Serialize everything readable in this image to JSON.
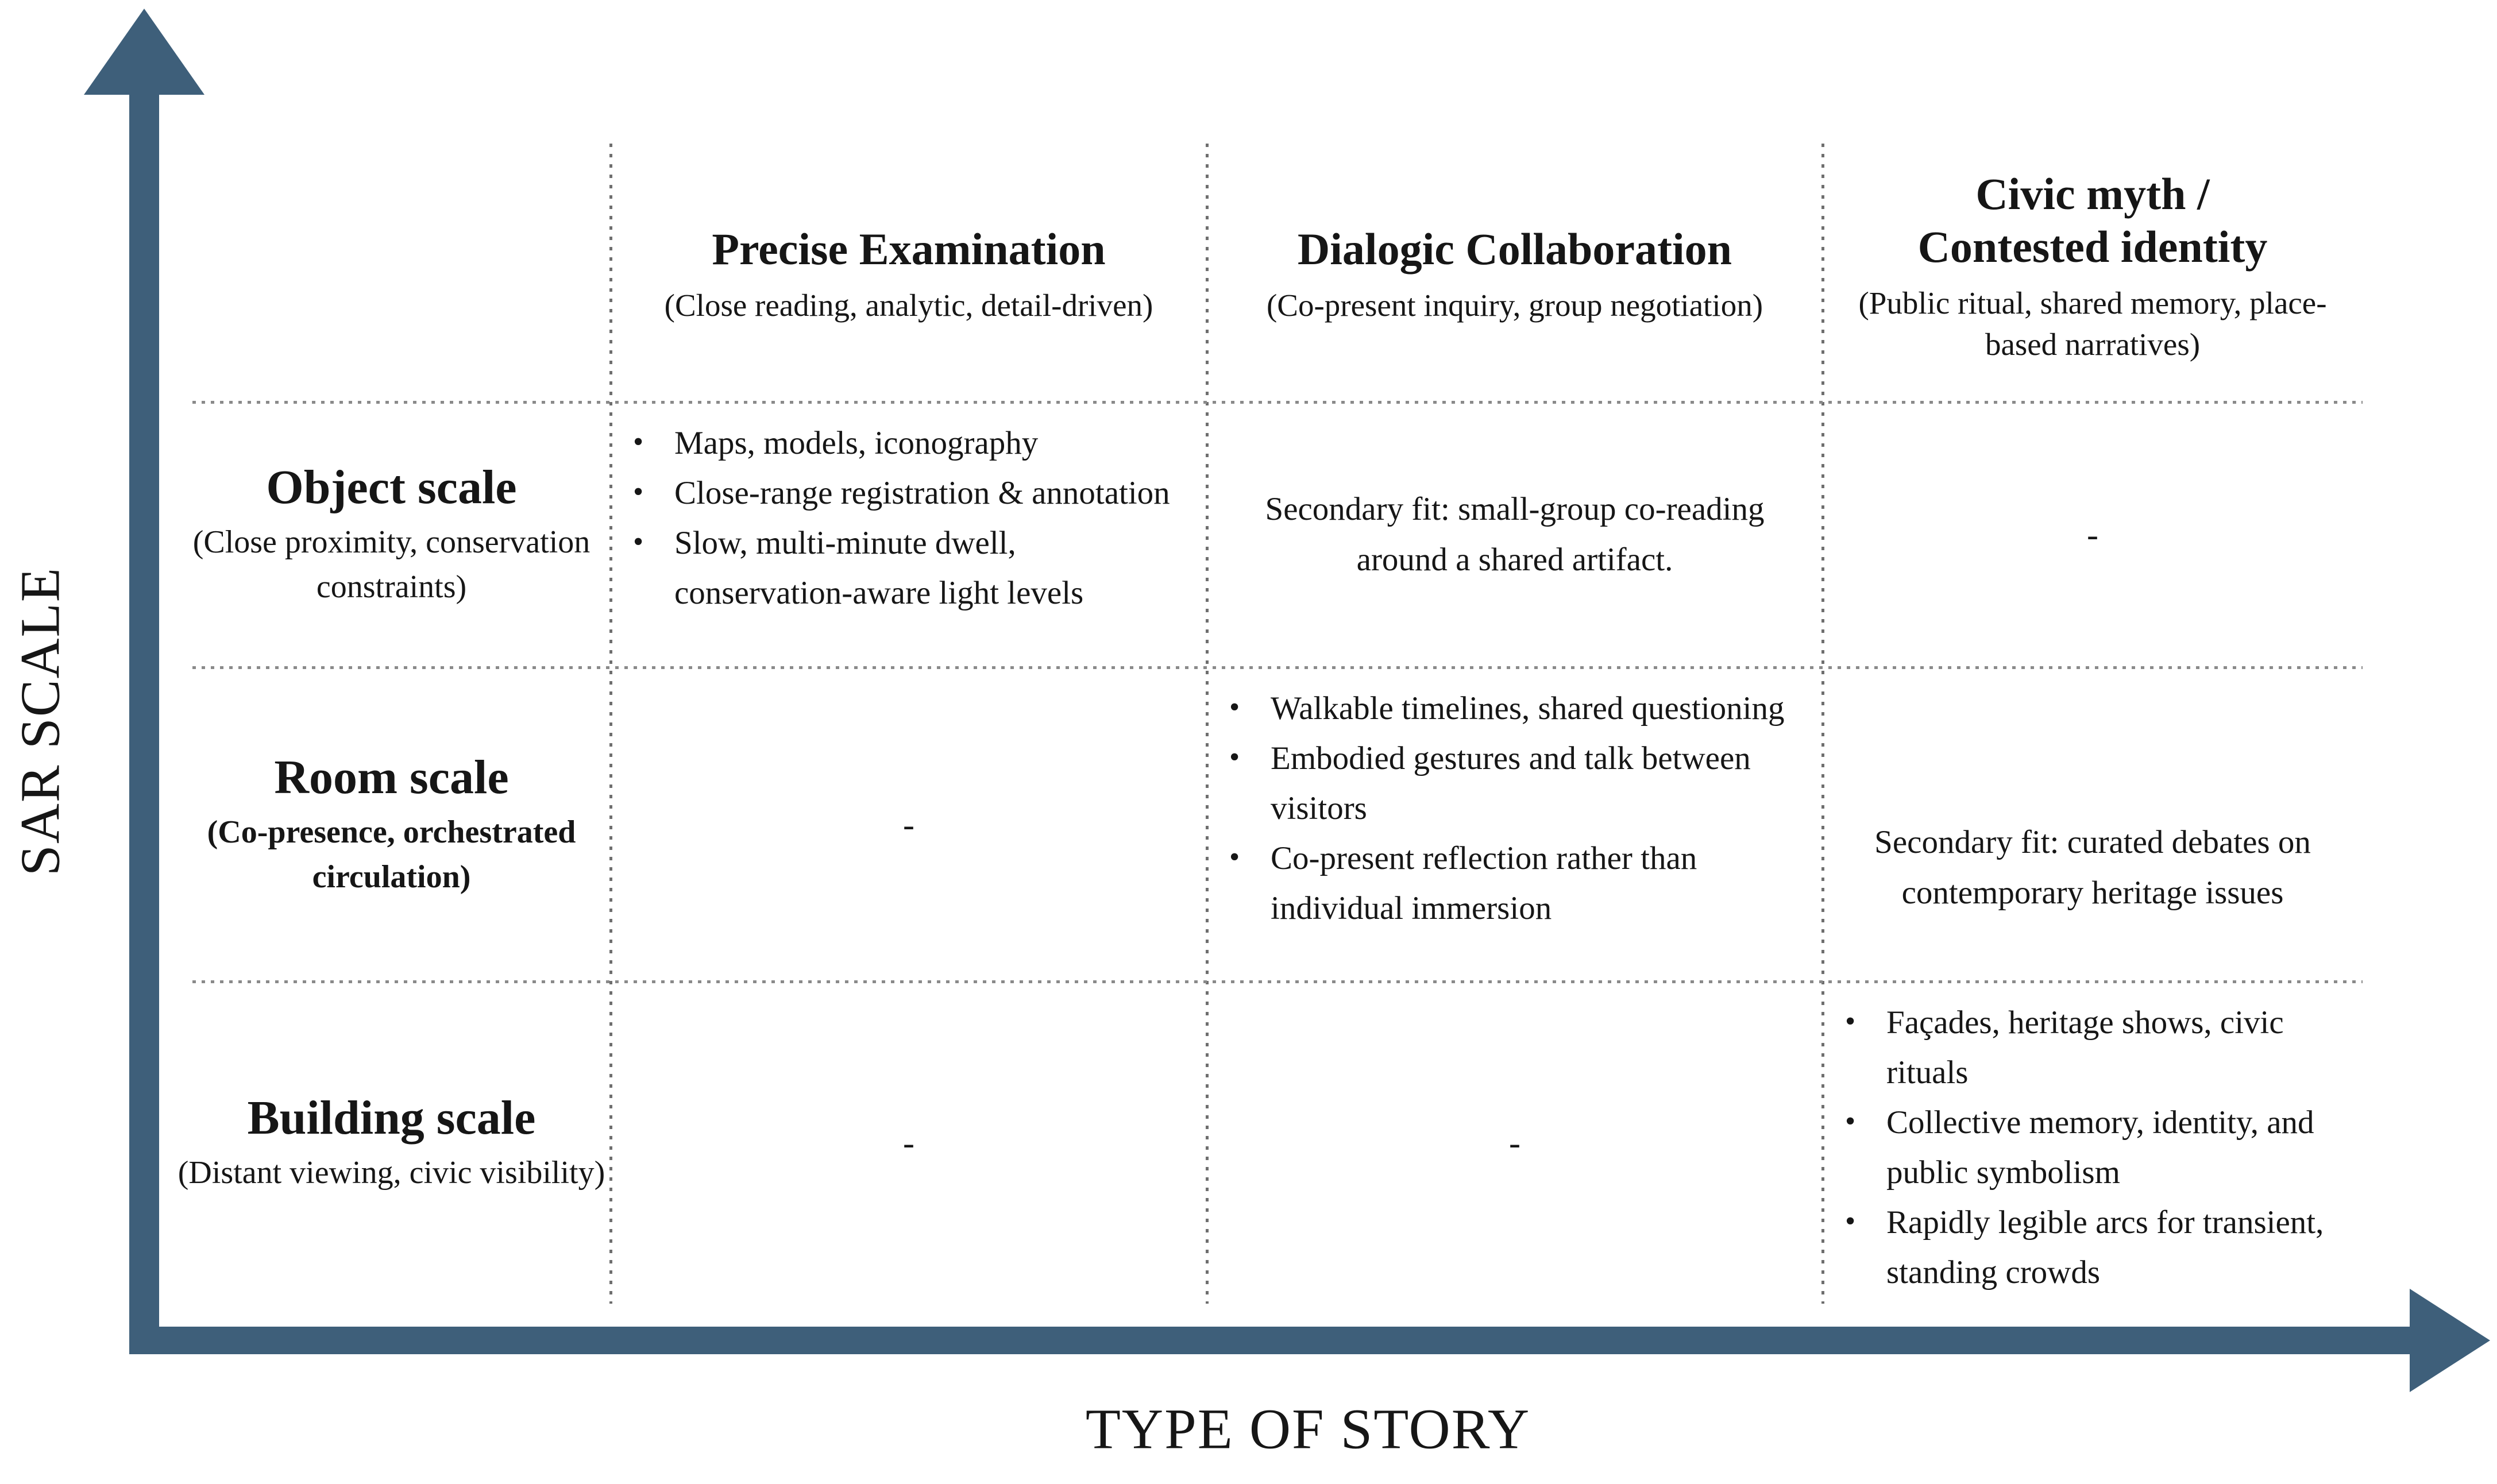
{
  "axes": {
    "y_label": "SAR SCALE",
    "x_label": "TYPE OF STORY",
    "arrow_color": "#3E5F7A"
  },
  "dash_symbol": "-",
  "columns": [
    {
      "title": "Precise Examination",
      "subtitle": "(Close reading, analytic, detail-driven)"
    },
    {
      "title": "Dialogic Collaboration",
      "subtitle": "(Co-present inquiry, group negotiation)"
    },
    {
      "title": "Civic myth /\nContested identity",
      "subtitle": "(Public ritual, shared memory, place-based narratives)"
    }
  ],
  "rows": [
    {
      "title": "Object scale",
      "subtitle": "(Close proximity, conservation constraints)",
      "subtitle_bold": false,
      "cells": [
        {
          "type": "bullets",
          "items": [
            "Maps, models, iconography",
            "Close-range registration & annotation",
            "Slow, multi-minute dwell, conservation-aware light levels"
          ]
        },
        {
          "type": "text",
          "text": "Secondary fit: small-group co-reading around a shared artifact."
        },
        {
          "type": "dash",
          "text": "-"
        }
      ]
    },
    {
      "title": "Room scale",
      "subtitle": "(Co-presence, orchestrated circulation)",
      "subtitle_bold": true,
      "cells": [
        {
          "type": "dash",
          "text": "-"
        },
        {
          "type": "bullets",
          "items": [
            "Walkable timelines, shared questioning",
            "Embodied gestures and talk between visitors",
            "Co-present reflection rather than individual immersion"
          ]
        },
        {
          "type": "text",
          "text": "Secondary fit: curated debates on contemporary heritage issues"
        }
      ]
    },
    {
      "title": "Building scale",
      "subtitle": "(Distant viewing, civic visibility)",
      "subtitle_bold": false,
      "cells": [
        {
          "type": "dash",
          "text": "-"
        },
        {
          "type": "dash",
          "text": "-"
        },
        {
          "type": "bullets",
          "items": [
            "Façades, heritage shows, civic rituals",
            "Collective memory, identity, and public symbolism",
            "Rapidly legible arcs for transient, standing crowds"
          ]
        }
      ]
    }
  ]
}
